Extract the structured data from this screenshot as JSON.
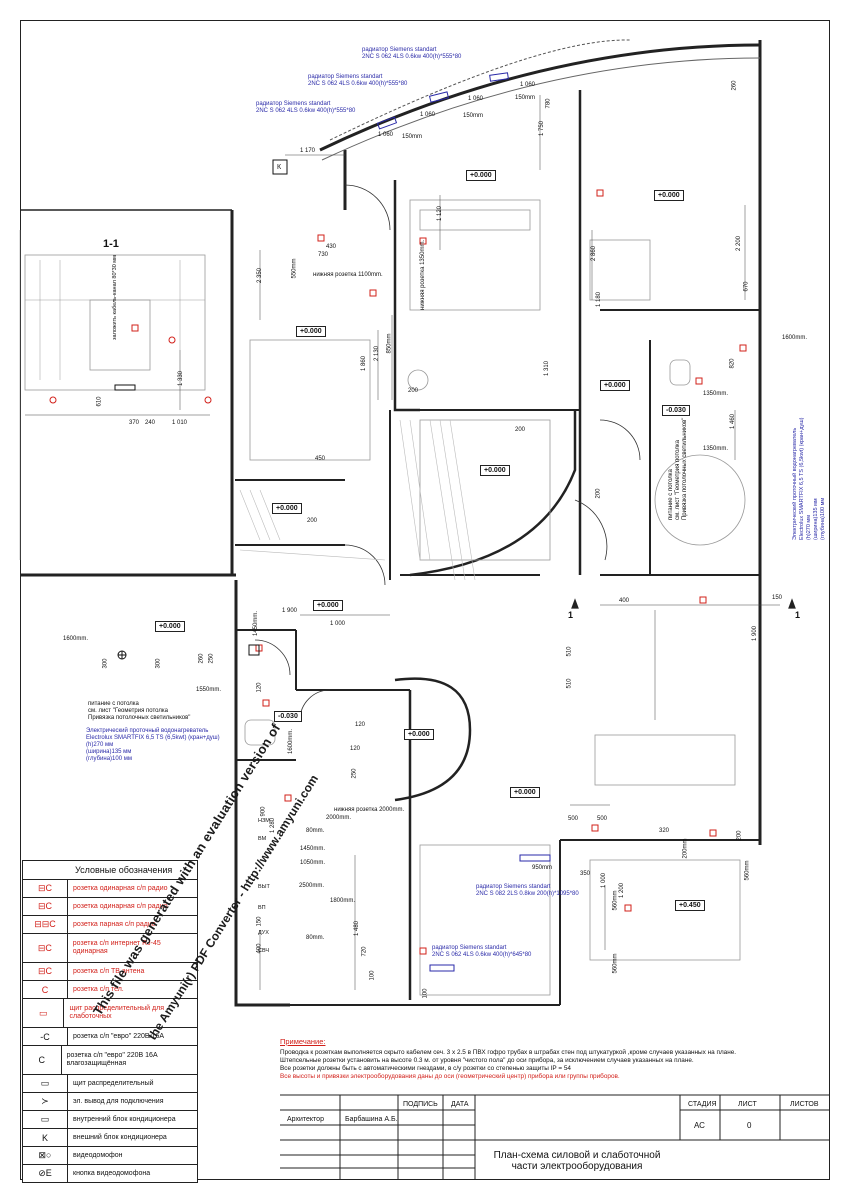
{
  "section": {
    "mark": "1-1",
    "cut_left": "1",
    "cut_right": "1"
  },
  "levels": {
    "l1": "+0.000",
    "l2": "+0.000",
    "l3": "+0.000",
    "l4": "+0.000",
    "l5": "+0.000",
    "l6": "+0.000",
    "l7": "+0.000",
    "l8": "+0.000",
    "l9": "+0.000",
    "l10": "+0.000",
    "l11": "-0.030",
    "l12": "-0.030",
    "l13": "+0.450"
  },
  "radiators": {
    "r1_title": "радиатор Siemens standart",
    "r1_spec": "2NC S 062 4LS  0.6kw 400(h)*555*80",
    "r2_title": "радиатор Siemens standart",
    "r2_spec": "2NC S 062 4LS  0.6kw 400(h)*555*80",
    "r3_title": "радиатор Siemens standart",
    "r3_spec": "2NC S 062 4LS  0.6kw 400(h)*555*80",
    "r4_title": "радиатор Siemens standart",
    "r4_spec": "2NC S 082 2LS  0.8kw 200(h)*1095*80",
    "r5_title": "радиатор Siemens standart",
    "r5_spec": "2NC S 062 4LS  0.6kw 400(h)*645*80"
  },
  "dims": {
    "d1170": "1 170",
    "d1060a": "1 060",
    "d1060b": "1 060",
    "d1060c": "1 060",
    "d1060d": "1 060",
    "d150a": "150mm",
    "d150b": "150mm",
    "d150c": "150mm",
    "d1750": "1 750",
    "d780": "780",
    "d1120": "1 120",
    "d2860": "2 860",
    "d1180": "1 180",
    "d2200": "2 200",
    "d670": "670",
    "d260": "260",
    "d430": "430",
    "d730": "730",
    "d2350": "2 350",
    "d550": "550mm",
    "d2130": "2 130",
    "d1860": "1 860",
    "d850": "850mm",
    "d200a": "200",
    "d1310": "1 310",
    "d200b": "200",
    "d200c": "200",
    "d450": "450",
    "d200d": "200",
    "d1600a": "1600mm.",
    "d820": "820",
    "d1460": "1 460",
    "d1350a": "1350mm.",
    "d1350b": "1350mm.",
    "d610": "610",
    "d1330": "1 330",
    "d370": "370",
    "d240": "240",
    "d1010": "1 010",
    "d1900a": "1 900",
    "d1000": "1 000",
    "d1450": "1450mm.",
    "d1600b": "1600mm.",
    "d300a": "300",
    "d300b": "300",
    "d260b": "260",
    "d250": "250",
    "d1550": "1550mm.",
    "d120a": "120",
    "d1600c": "1600mm.",
    "d120b": "120",
    "d120c": "120",
    "d250b": "250",
    "d400": "400",
    "d150d": "150",
    "d1900b": "1 900",
    "d510a": "510",
    "d510b": "510",
    "d500a": "500",
    "d500b": "500",
    "d320": "320",
    "d200e": "200",
    "d200f": "200mm",
    "d560": "560mm",
    "d950": "950mm",
    "d350": "350",
    "d1000b": "1 000",
    "d1200": "1 200",
    "d560b": "560mm",
    "d560c": "560mm",
    "d80a": "80mm.",
    "d1450b": "1450mm.",
    "d1050": "1050mm.",
    "d2500": "2500mm.",
    "d1800": "1800mm.",
    "d80b": "80mm.",
    "d1480": "1 480",
    "d720": "720",
    "d100a": "100",
    "d100b": "100",
    "d150e": "150",
    "d400b": "400",
    "d1280": "1 280",
    "d900": "900",
    "d2000": "2000mm."
  },
  "labels": {
    "low_socket_1": "нижняя розетка 1100mm.",
    "low_socket_2": "нижняя розетка 1350mm.",
    "low_socket_3": "нижняя розетка 2000mm.",
    "sec_note": "заложить кабель-канал 80*30 мм",
    "ceiling_power_1a": "питание с потолка",
    "ceiling_power_1b": "см. лист \"Геометрия потолка",
    "ceiling_power_1c": "Привязка потолочных светильников\"",
    "ceiling_power_2a": "питание с потолка",
    "ceiling_power_2b": "см. лист \"Геометрия потолка",
    "ceiling_power_2c": "Привязка потолочных светильников\"",
    "heater1_title": "Электрический проточный водонагреватель",
    "heater1_spec": "Electrolux SMARTFIX 6,5 TS (6,5kwt) (кран+душ)",
    "heater1_h": "(h)270 мм",
    "heater1_w": "(ширина)135 мм",
    "heater1_d": "(глубина)100 мм",
    "heater2_title": "Электрический проточный водонагреватель",
    "heater2_spec": "Electrolux SMARTFIX 6,5 TS (6,5kwt) (кран+душ)",
    "heater2_h": "(h)270 мм",
    "heater2_w": "(ширина)135 мм",
    "heater2_d": "(глубина)100 мм",
    "k_box": "К",
    "chtr1": "НЗМ",
    "chtr2": "ВМ",
    "chtr3": "ВЫТ",
    "chtr4": "ВП",
    "chtr5": "ДУХ",
    "chtr6": "СВЧ"
  },
  "watermark": {
    "line1": "This file was generated with an evaluation version of",
    "line2": "the Amyuni(r) PDF Converter - http://www.amyuni.com"
  },
  "legend": {
    "title": "Условные обозначения",
    "items": [
      {
        "sym": "⊟C",
        "text": "розетка одинарная с/п радио",
        "red": true
      },
      {
        "sym": "⊟C",
        "text": "розетка одинарная с/п радио",
        "red": true
      },
      {
        "sym": "⊟⊟C",
        "text": "розетка парная с/п радио",
        "red": true
      },
      {
        "sym": "⊟C",
        "text": "розетка с/п интернет RJ-45 одинарная",
        "red": true
      },
      {
        "sym": "⊟C",
        "text": "розетка с/п ТВ антена",
        "red": true
      },
      {
        "sym": "C",
        "text": "розетка с/п тел.",
        "red": true
      },
      {
        "sym": "▭",
        "text": "щит распределительный для слаботочных",
        "red": true
      },
      {
        "sym": "-C",
        "text": "розетка с/п \"евро\" 220В 16А",
        "red": false
      },
      {
        "sym": "C",
        "text": "розетка с/п \"евро\" 220В 16А влагозащищённая",
        "red": false
      },
      {
        "sym": "▭",
        "text": "щит распределительный",
        "red": false
      },
      {
        "sym": "≻",
        "text": "эл. вывод для подключения",
        "red": false
      },
      {
        "sym": "▭",
        "text": "внутренний блок кондиционера",
        "red": false
      },
      {
        "sym": "K",
        "text": "внешний блок кондиционера",
        "red": false
      },
      {
        "sym": "⊠○",
        "text": "видеодомофон",
        "red": false
      },
      {
        "sym": "⊘E",
        "text": "кнопка видеодомофона",
        "red": false
      }
    ]
  },
  "notes": {
    "heading": "Примечание:",
    "p1": "Проводка к розеткам выполняется скрыто кабелем сеч. 3 x 2.5 в ПВХ гофро трубах в штрабах стен под штукатуркой ,кроме  случаев указанных на плане.",
    "p2": "Штепсельные розетки установить на высоте 0.3 м. от уровня \"чистого пола\" до оси прибора, за исключением случаев указанных на плане.",
    "p3": "Все розетки должны быть с автоматическими гнездами, в с/у розетки со степенью защиты IP = 54",
    "p4": "Все высоты и привязки электрооборудования даны до оси (геометрический центр) прибора или группы приборов."
  },
  "title_block": {
    "col_sign": "ПОДПИСЬ",
    "col_date": "ДАТА",
    "role": "Архитектор",
    "name": "Барбашина А.Б.",
    "stage_h": "СТАДИЯ",
    "sheet_h": "ЛИСТ",
    "sheets_h": "ЛИСТОВ",
    "stage": "АС",
    "sheet": "0",
    "title_l1": "План-схема силовой и слаботочной",
    "title_l2": "части электрооборудования"
  },
  "colors": {
    "accent_red": "#d2201a",
    "accent_blue": "#2a2aa8"
  }
}
